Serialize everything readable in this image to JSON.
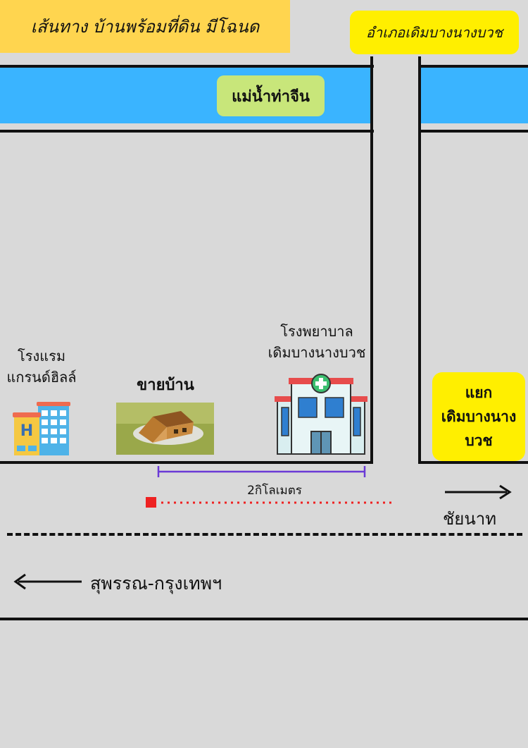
{
  "header": {
    "title": "เส้นทาง บ้านพร้อมที่ดิน มีโฉนด"
  },
  "district": {
    "label": "อำเภอเดิมบางนางบวช"
  },
  "river": {
    "label": "แม่น้ำท่าจีน",
    "color": "#3ab4ff"
  },
  "hotel": {
    "line1": "โรงแรม",
    "line2": "แกรนด์ฮิลล์",
    "icon": "hotel-building-icon",
    "sign": "H"
  },
  "house": {
    "label": "ขายบ้าน",
    "icon": "house-on-land-icon"
  },
  "hospital": {
    "line1": "โรงพยาบาล",
    "line2": "เดิมบางนางบวช",
    "icon": "hospital-building-icon"
  },
  "junction": {
    "line1": "แยก",
    "line2": "เดิมบางนาง",
    "line3": "บวช"
  },
  "distance": {
    "label": "2กิโลเมตร"
  },
  "directions": {
    "right": "ชัยนาท",
    "left": "สุพรรณ-กรุงเทพฯ"
  }
}
